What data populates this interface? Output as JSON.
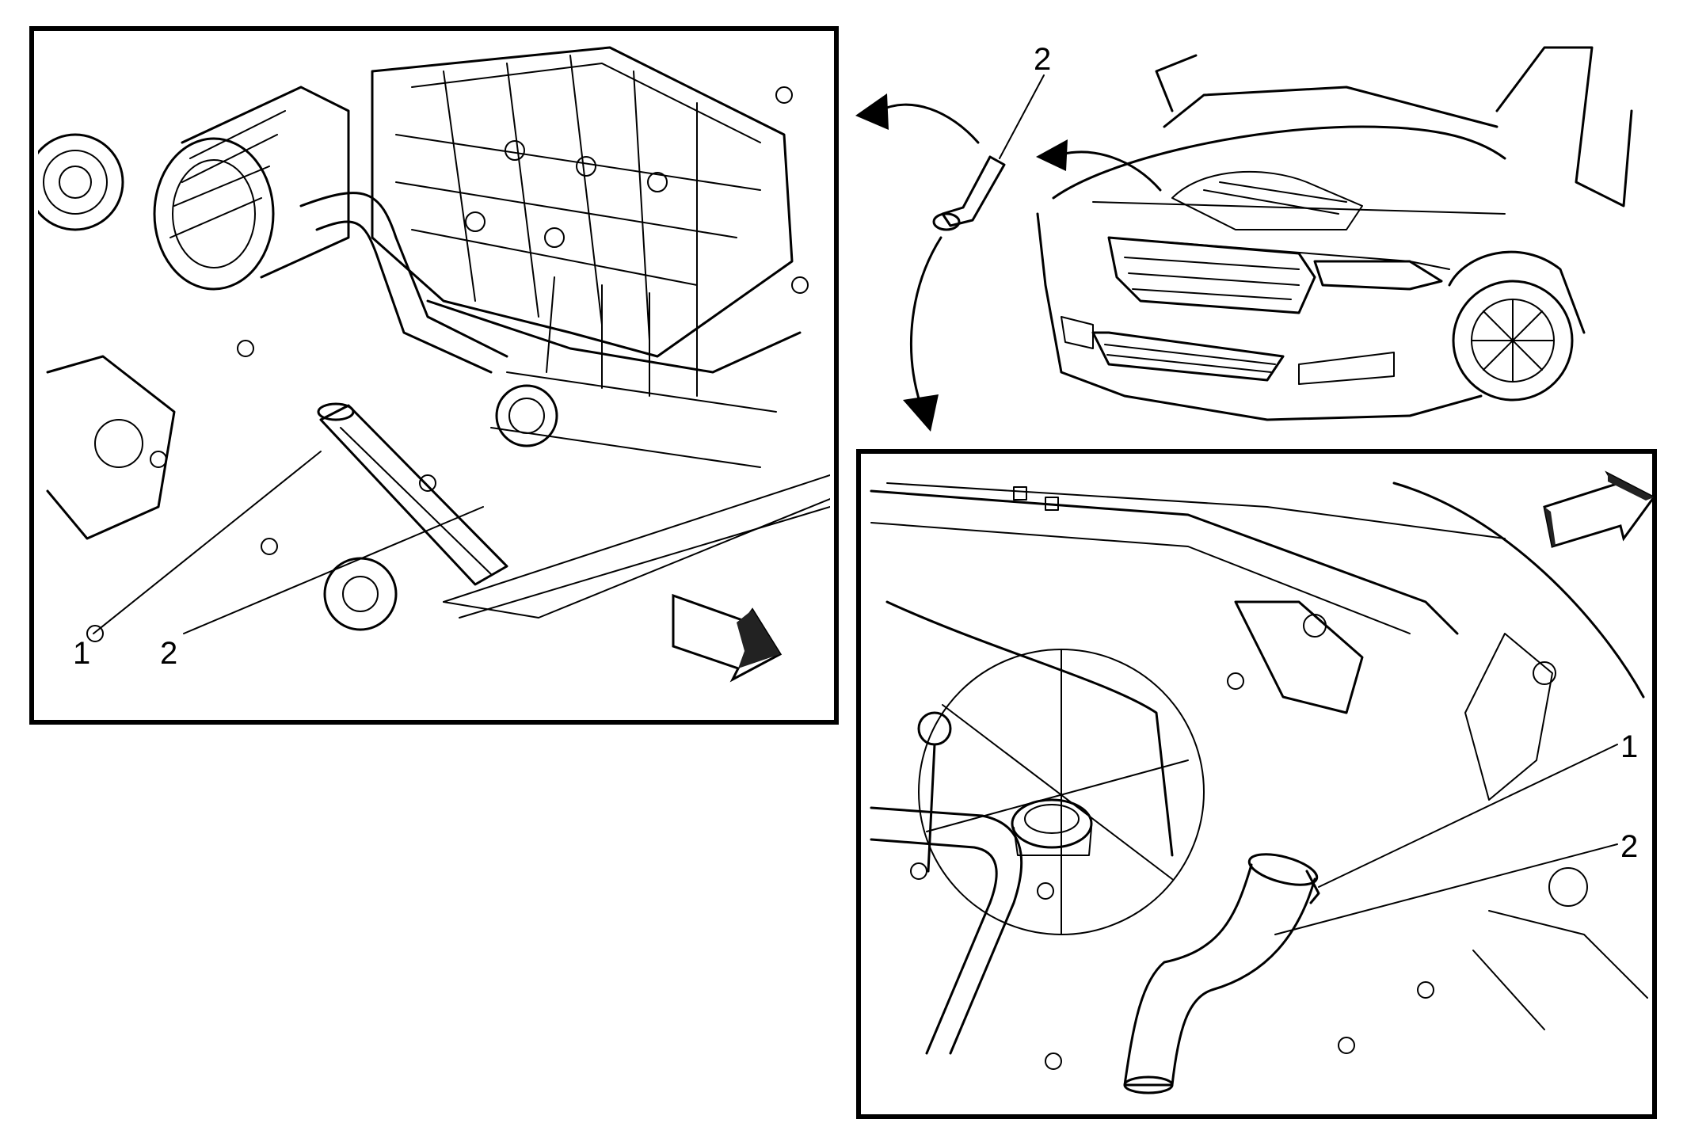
{
  "panels": {
    "left_view": {
      "callouts": [
        "1",
        "2"
      ],
      "direction_arrow_icon": "front-direction-arrow-icon"
    },
    "vehicle_view": {
      "callouts": [
        "2"
      ],
      "arrow_icons": [
        "curved-arrow-left-icon",
        "curved-arrow-down-icon",
        "curved-arrow-into-engine-icon"
      ]
    },
    "right_view": {
      "callouts": [
        "1",
        "2"
      ],
      "direction_arrow_icon": "front-direction-arrow-icon"
    }
  },
  "colors": {
    "line": "#000000",
    "background": "#ffffff",
    "arrow_shade": "#222222"
  }
}
